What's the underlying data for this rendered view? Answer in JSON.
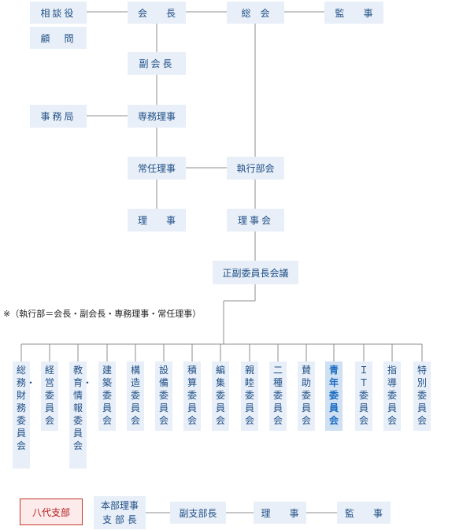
{
  "top": {
    "sodanyaku": "相談役",
    "komon": "顧　問",
    "kaicho": "会　　長",
    "sokai": "総　会",
    "kanji": "監　　事"
  },
  "mid": {
    "fukukaicho": "副会長",
    "jimukyoku": "事務局",
    "senmu": "専務理事",
    "jonin": "常任理事",
    "shikkobu": "執行部会",
    "riji": "理　　事",
    "rijikai": "理事会",
    "iinchokaigi": "正副委員長会議"
  },
  "note": "※（執行部＝会長・副会長・専務理事・常任理事）",
  "committees": [
    "総務・財務委員会",
    "経営委員会",
    "教育・情報委員会",
    "建築委員会",
    "構造委員会",
    "設備委員会",
    "積算委員会",
    "編集委員会",
    "親睦委員会",
    "二種委員会",
    "賛助委員会",
    "青年委員会",
    "ＩＴ委員会",
    "指導委員会",
    "特別委員会"
  ],
  "branch": {
    "name": "八代支部",
    "head_line1": "本部理事",
    "head_line2": "支 部 長",
    "vice": "副支部長",
    "riji": "理　　事",
    "kanji": "監　　事"
  },
  "colors": {
    "box_fill": "#e8eff8",
    "box_text": "#1f4f86",
    "line": "#8c8c8c",
    "highlight_text": "#1a6bc0",
    "branch_border": "#c0392b"
  }
}
